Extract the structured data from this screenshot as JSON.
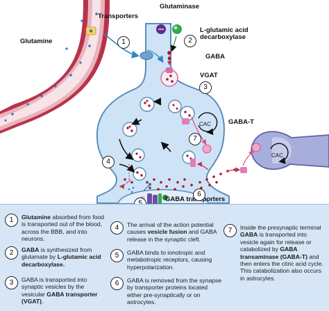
{
  "labels": {
    "glutamine": "Glutamine",
    "transporters": "Transporters",
    "glutaminase": "Glutaminase",
    "gad_line1": "L-glutamic acid",
    "gad_line2": "decarboxylase",
    "gaba": "GABA",
    "vgat": "VGAT",
    "cac_1": "CAC",
    "cac_2": "CAC",
    "gaba_t": "GABA-T",
    "gaba_transporters": "GABA transporters"
  },
  "step_markers": [
    "1",
    "2",
    "3",
    "4",
    "5",
    "6",
    "7"
  ],
  "legend": [
    {
      "num": "1",
      "parts": [
        {
          "b": "Glutamine"
        },
        {
          "t": " absorbed from food is transported out of the blood, across the BBB, and into neurons."
        }
      ]
    },
    {
      "num": "2",
      "parts": [
        {
          "b": "GABA"
        },
        {
          "t": " is synthesized from glutamate by "
        },
        {
          "b": "L-glutamic acid decarboxylase."
        }
      ]
    },
    {
      "num": "3",
      "parts": [
        {
          "t": "GABA is transported into synaptic vesicles by the vesicular "
        },
        {
          "b": "GABA transporter (VGAT)"
        },
        {
          "t": "."
        }
      ]
    },
    {
      "num": "4",
      "parts": [
        {
          "t": "The arrival of the action potential causes "
        },
        {
          "b": "vesicle fusion"
        },
        {
          "t": " and GABA release in the synaptic cleft."
        }
      ]
    },
    {
      "num": "5",
      "parts": [
        {
          "t": "GABA binds to ionotropic and metabotropic receptors, causing hyperpolarization."
        }
      ]
    },
    {
      "num": "6",
      "parts": [
        {
          "t": "GABA is removed from the synapse by transporter proteins located either pre-synaptically or on astrocytes."
        }
      ]
    },
    {
      "num": "7",
      "parts": [
        {
          "t": "Inside the presynaptic terminal "
        },
        {
          "b": "GABA"
        },
        {
          "t": " is transported into vesicle again for release or catabolized by "
        },
        {
          "b": "GABA transaminase (GABA-T)"
        },
        {
          "t": " and then enters the citric acid cycle.  This catabolization also occurs in astrocytes."
        }
      ]
    }
  ],
  "colors": {
    "neuron_fill": "#cfe3f7",
    "neuron_outline": "#5b8db8",
    "vessel": "#b8334a",
    "vessel_inner": "#f6dde2",
    "gaba_dot": "#a3182f",
    "astrocyte": "#7c83bd",
    "panel": "#d6e6f6"
  }
}
